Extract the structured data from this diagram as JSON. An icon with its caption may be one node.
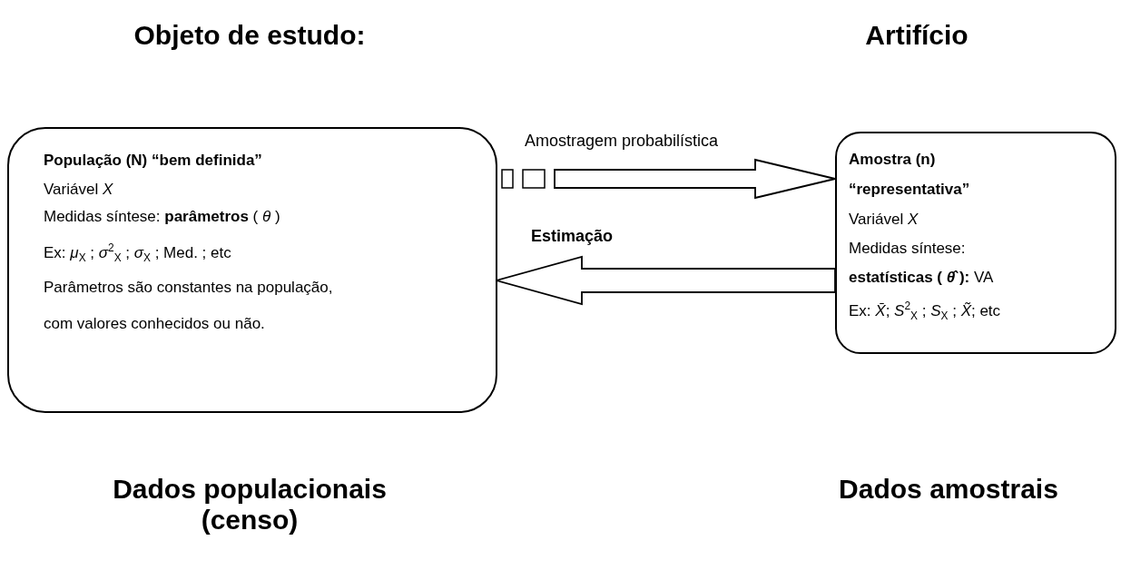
{
  "diagram": {
    "nodes": [
      {
        "text": [
          "População (N) “bem definida”",
          "Variável  *X*",
          "Medidas síntese: **parâmetros** ( *θ* )",
          "Ex: *μ*$_{X}$ ; *σ*$^{2}$$_{X}$ ; *σ*$_{X}$ ; Med. ; etc",
          "Parâmetros são constantes na população, com valores conhecidos ou não."
        ]
      },
      {
        "text": [
          "Amostra (n) “representativa”",
          "Variável *X*",
          "Medidas síntese:",
          "**estatísticas ( *θ̂* ):** VA",
          "Ex: *X̄*; *S*$^{2}$$_{X}$ ; *S*$_{X}$ ; *X̃*; etc"
        ]
      }
    ],
    "edges": [
      {
        "from": 0,
        "to": 1,
        "arrow": "to",
        "label": "Amostragem probabilística"
      },
      {
        "from": 1,
        "to": 0,
        "arrow": "to",
        "label": "Estimação"
      }
    ],
    "labels": [
      "Objeto de estudo:",
      "Artifício",
      "Dados populacionais (censo)",
      "Dados amostrais"
    ]
  }
}
